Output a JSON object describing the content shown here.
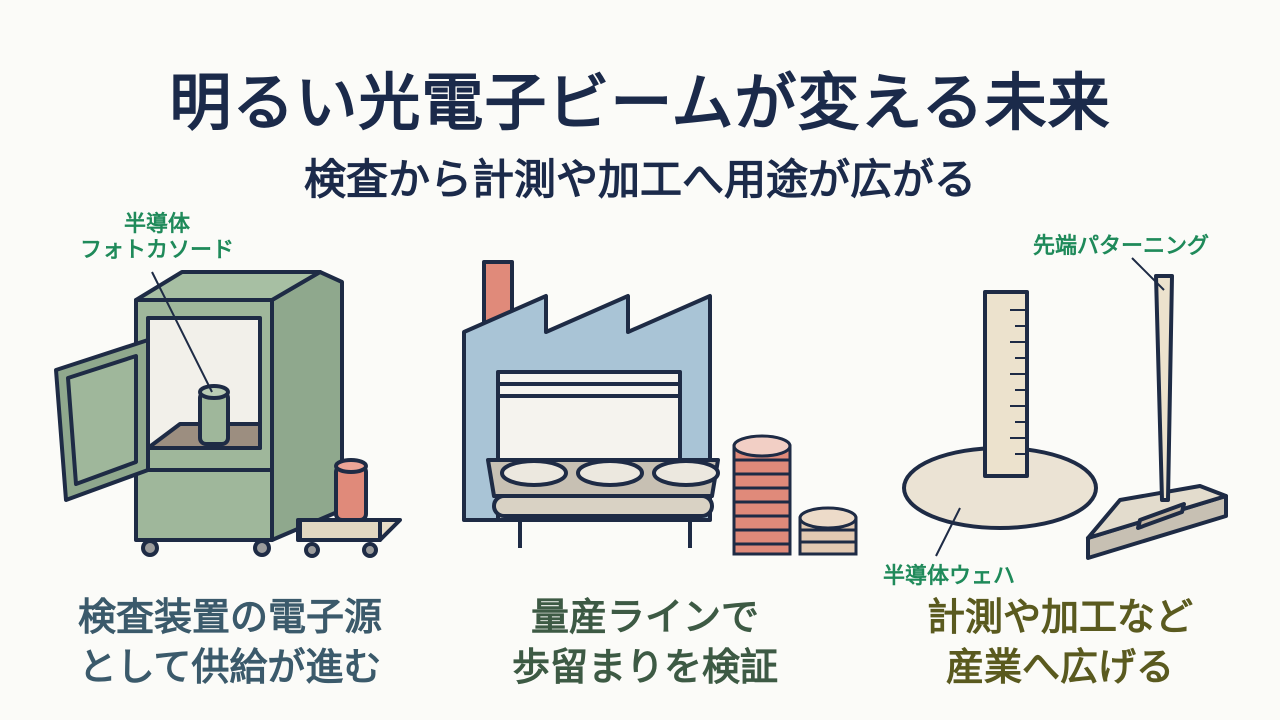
{
  "header": {
    "title": "明るい光電子ビームが変える未来",
    "subtitle": "検査から計測や加工へ用途が広がる"
  },
  "panels": [
    {
      "callout": [
        "半導体",
        "フォトカソード"
      ],
      "caption": [
        "検査装置の電子源",
        "として供給が進む"
      ],
      "caption_color": "#3b5a6b"
    },
    {
      "caption": [
        "量産ラインで",
        "歩留まりを検証"
      ],
      "caption_color": "#3d5a44"
    },
    {
      "callout_top": "先端パターニング",
      "callout_bottom": "半導体ウェハ",
      "caption": [
        "計測や加工など",
        "産業へ広げる"
      ],
      "caption_color": "#5a5a1f"
    }
  ]
}
